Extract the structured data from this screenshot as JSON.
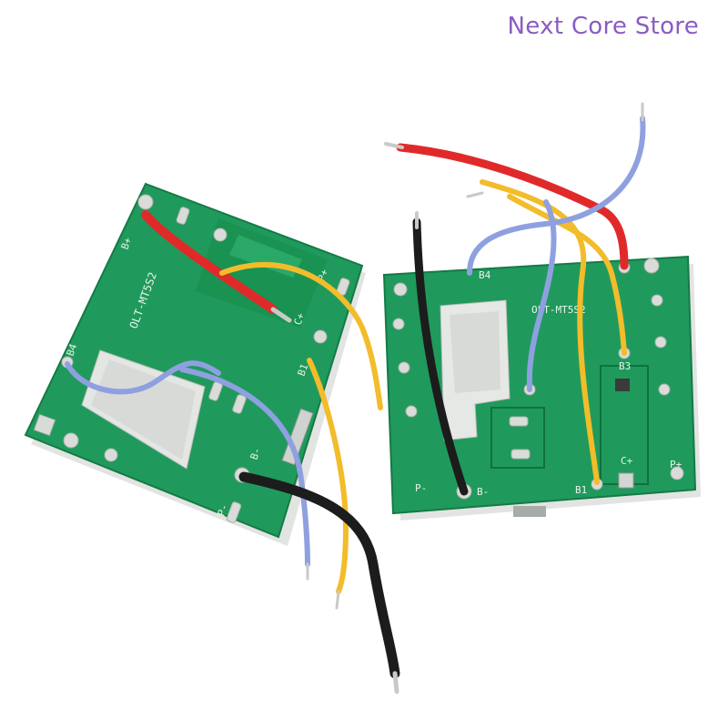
{
  "watermark": {
    "text": "Next Core Store"
  },
  "colors": {
    "pcb": "#1f9a5c",
    "pcb_dark": "#168048",
    "silk": "#e8f4ea",
    "pad": "#d9dcd9",
    "wire_red": "#e02a2a",
    "wire_yellow": "#f2bc2a",
    "wire_blue": "#8fa0e0",
    "wire_black": "#1c1c1c",
    "background": "#ffffff",
    "watermark": "#8a5cc4"
  },
  "boards": [
    {
      "model": "OLT-MT5S2",
      "labels": [
        "B+",
        "P+",
        "C+",
        "B4",
        "B1",
        "B-",
        "P-"
      ]
    },
    {
      "model": "OLT-MT5S2",
      "labels": [
        "B4",
        "B3",
        "B1",
        "B-",
        "P-",
        "P+",
        "C+"
      ]
    }
  ]
}
